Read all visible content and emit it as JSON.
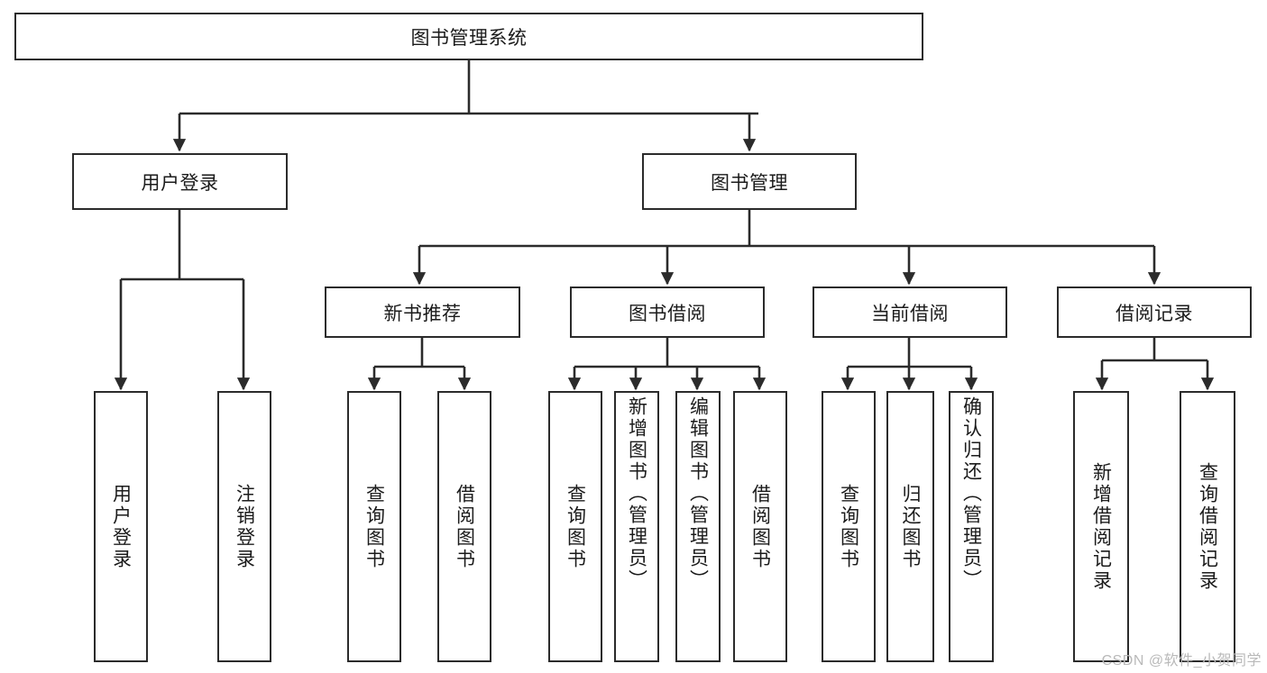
{
  "diagram": {
    "title": "图书管理系统",
    "type": "tree",
    "watermark": "CSDN @软件_小贺同学",
    "colors": {
      "box_border": "#2b2b2b",
      "box_fill": "#ffffff",
      "edge": "#2b2b2b",
      "text": "#1b1b1b",
      "watermark": "#b9b9b9",
      "background": "#ffffff"
    },
    "root": {
      "id": "root",
      "label": "图书管理系统",
      "orientation": "horizontal"
    },
    "level2": [
      {
        "id": "user-login",
        "label": "用户登录",
        "orientation": "horizontal"
      },
      {
        "id": "book-manage",
        "label": "图书管理",
        "orientation": "horizontal"
      }
    ],
    "level3": [
      {
        "id": "new-book-recommend",
        "label": "新书推荐",
        "orientation": "horizontal",
        "parent": "book-manage"
      },
      {
        "id": "book-borrow",
        "label": "图书借阅",
        "orientation": "horizontal",
        "parent": "book-manage"
      },
      {
        "id": "current-borrow",
        "label": "当前借阅",
        "orientation": "horizontal",
        "parent": "book-manage"
      },
      {
        "id": "borrow-record",
        "label": "借阅记录",
        "orientation": "horizontal",
        "parent": "book-manage"
      }
    ],
    "leaves": [
      {
        "id": "leaf-user-login",
        "label": "用户登录",
        "parent": "user-login",
        "orientation": "vertical"
      },
      {
        "id": "leaf-user-logout",
        "label": "注销登录",
        "parent": "user-login",
        "orientation": "vertical"
      },
      {
        "id": "leaf-query-book-1",
        "label": "查询图书",
        "parent": "new-book-recommend",
        "orientation": "vertical"
      },
      {
        "id": "leaf-borrow-book-1",
        "label": "借阅图书",
        "parent": "new-book-recommend",
        "orientation": "vertical"
      },
      {
        "id": "leaf-query-book-2",
        "label": "查询图书",
        "parent": "book-borrow",
        "orientation": "vertical"
      },
      {
        "id": "leaf-add-book",
        "label": "新增图书（管理员）",
        "parent": "book-borrow",
        "orientation": "vertical"
      },
      {
        "id": "leaf-edit-book",
        "label": "编辑图书（管理员）",
        "parent": "book-borrow",
        "orientation": "vertical"
      },
      {
        "id": "leaf-borrow-book-2",
        "label": "借阅图书",
        "parent": "book-borrow",
        "orientation": "vertical"
      },
      {
        "id": "leaf-query-book-3",
        "label": "查询图书",
        "parent": "current-borrow",
        "orientation": "vertical"
      },
      {
        "id": "leaf-return-book",
        "label": "归还图书",
        "parent": "current-borrow",
        "orientation": "vertical"
      },
      {
        "id": "leaf-confirm-return",
        "label": "确认归还（管理员）",
        "parent": "current-borrow",
        "orientation": "vertical"
      },
      {
        "id": "leaf-add-record",
        "label": "新增借阅记录",
        "parent": "borrow-record",
        "orientation": "vertical"
      },
      {
        "id": "leaf-query-record",
        "label": "查询借阅记录",
        "parent": "borrow-record",
        "orientation": "vertical"
      }
    ]
  }
}
